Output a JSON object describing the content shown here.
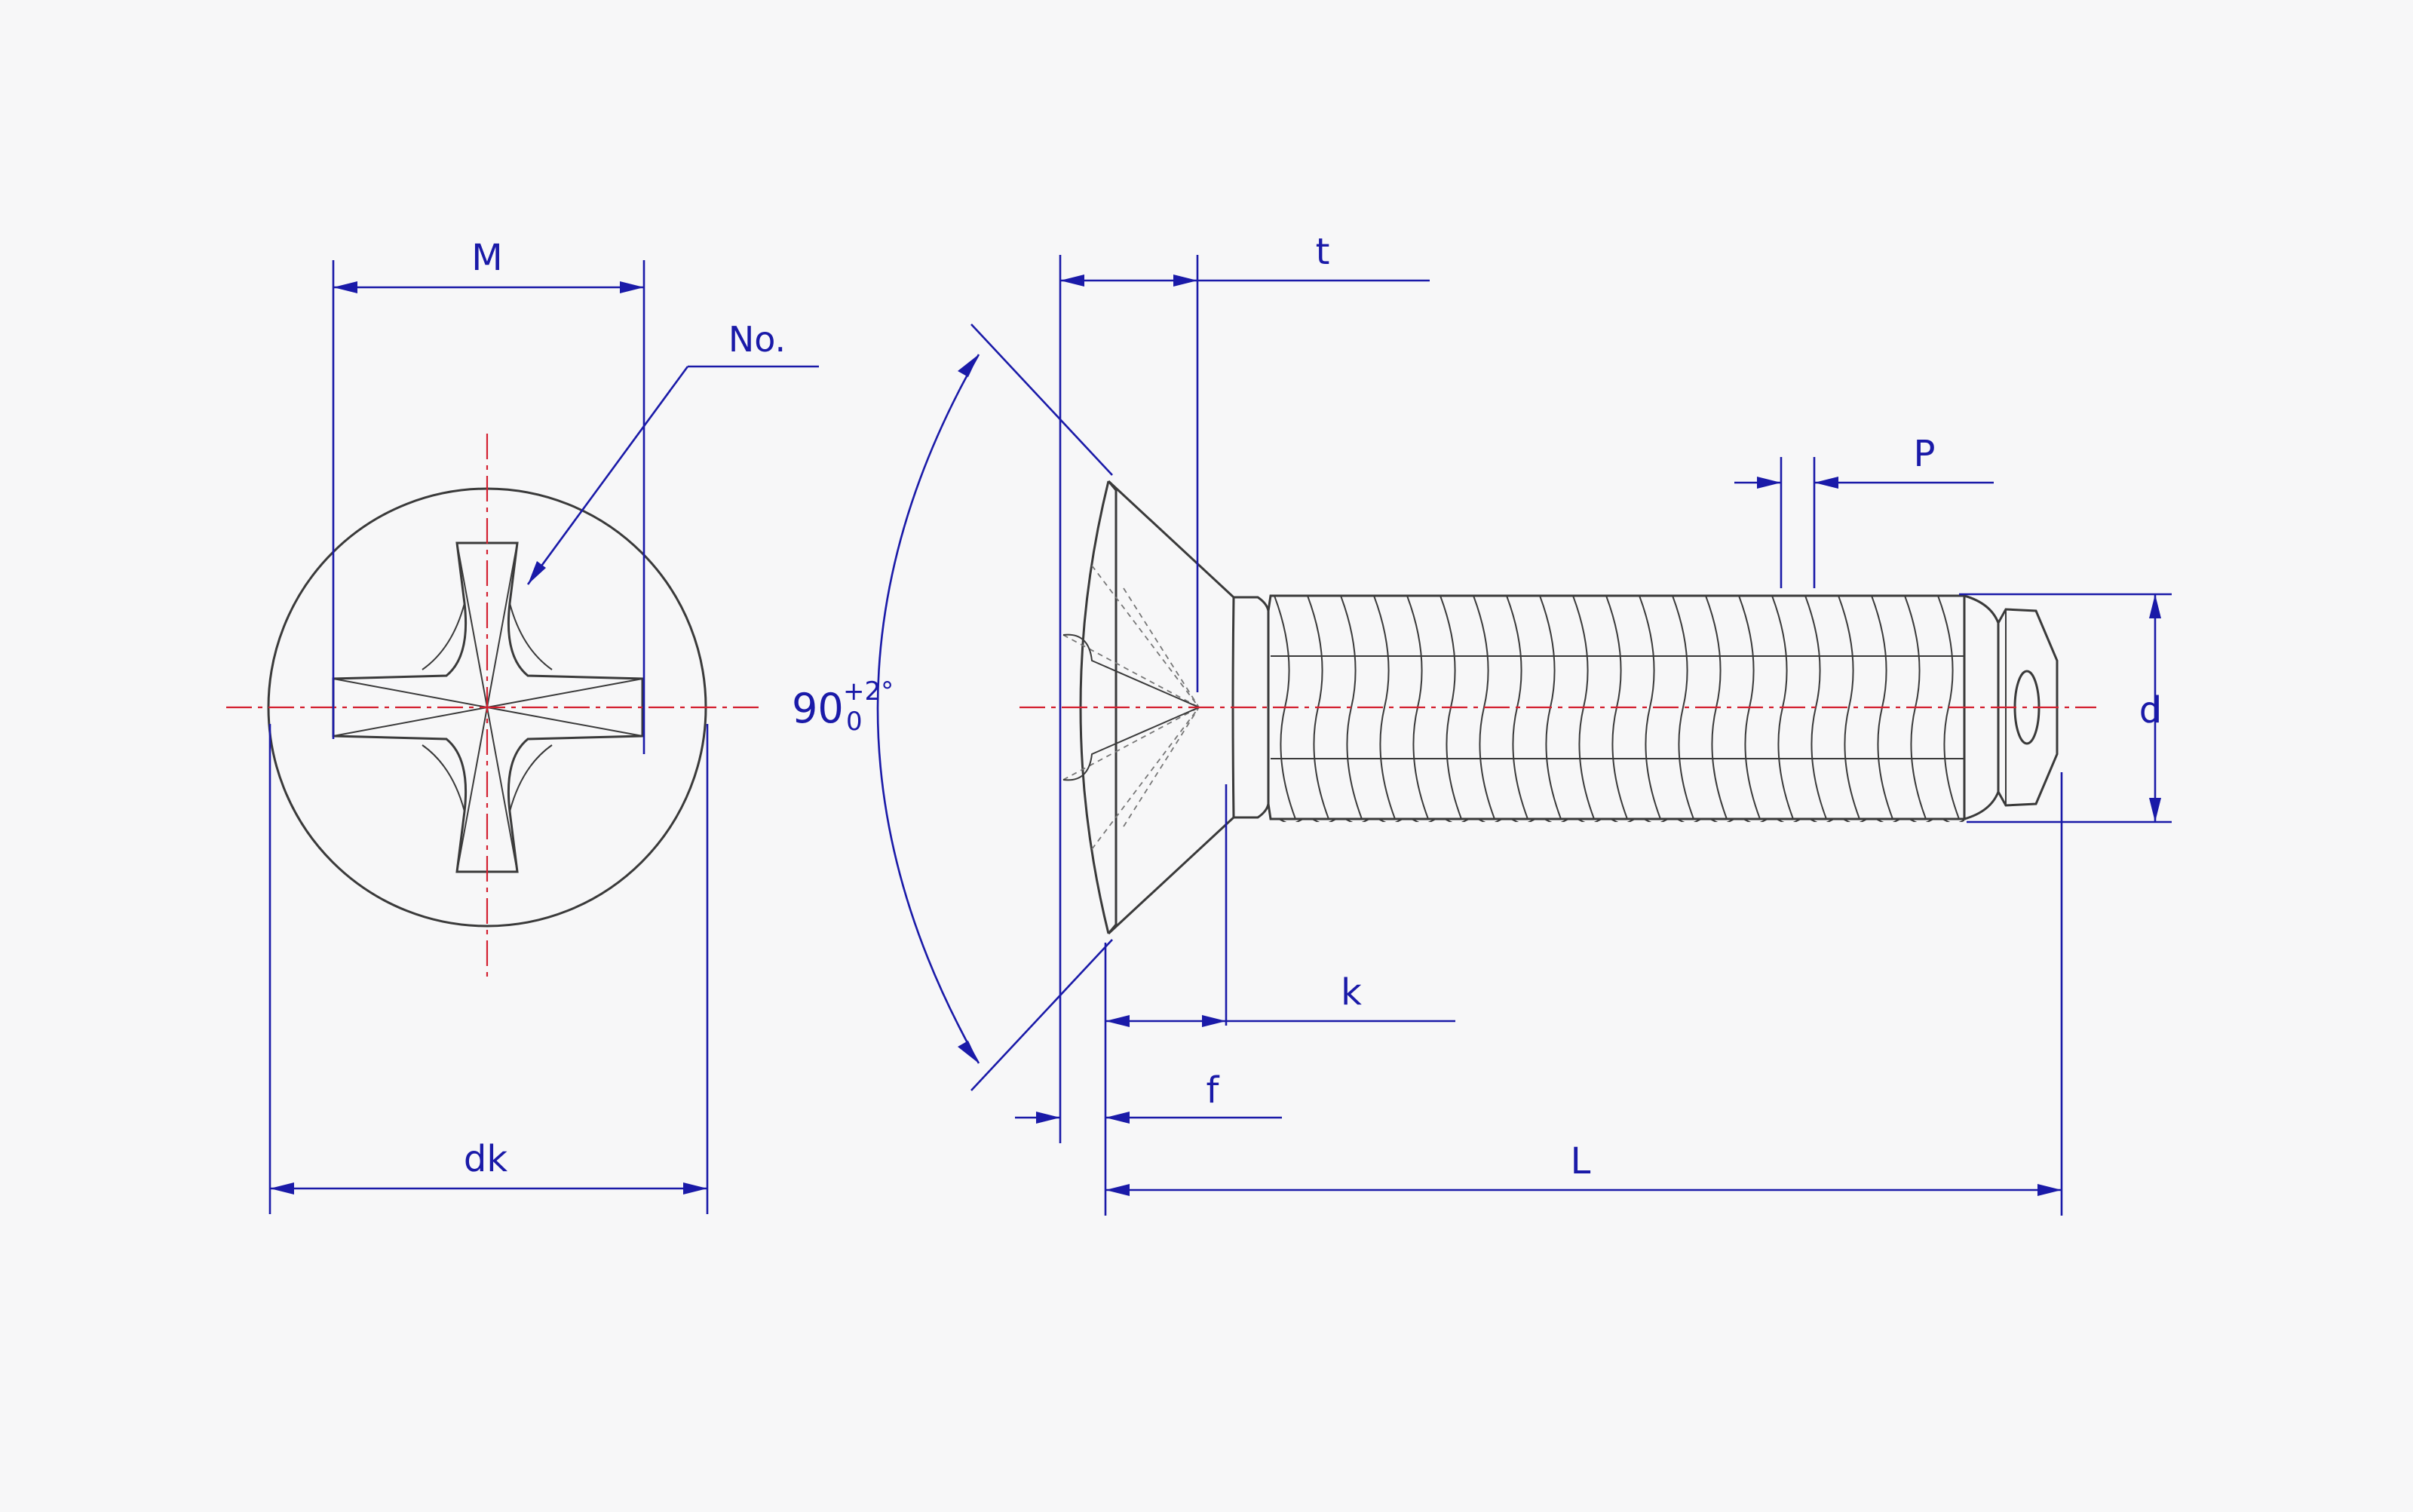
{
  "drawing": {
    "background": "#f7f7f8",
    "colors": {
      "dimension": "#1a1aa8",
      "part_outline": "#3a3a3a",
      "center_line": "#d42030"
    },
    "labels": {
      "M": "M",
      "No": "No.",
      "dk": "dk",
      "t": "t",
      "angle": "90",
      "angle_tol_upper": "+2°",
      "angle_tol_lower": "0",
      "k": "k",
      "f": "f",
      "L": "L",
      "P": "P",
      "d": "d"
    }
  }
}
